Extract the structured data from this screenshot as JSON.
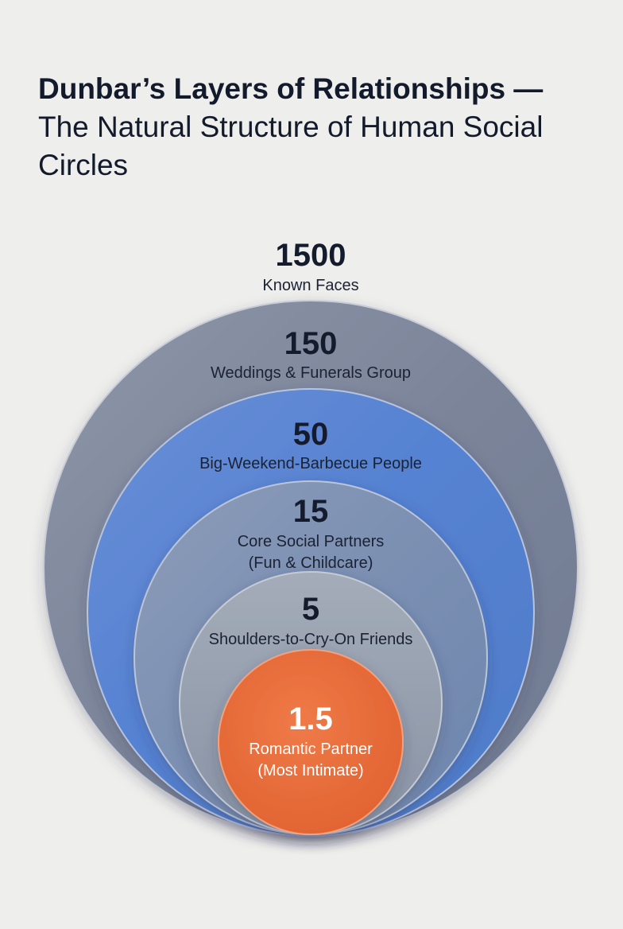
{
  "title": {
    "bold": "Dunbar’s Layers of Relationships —",
    "line2": "The Natural Structure of Human Social",
    "line3": "Circles"
  },
  "layers": [
    {
      "number": "1500",
      "label": "Known Faces",
      "label2": "",
      "color": "#8a909c"
    },
    {
      "number": "150",
      "label": "Weddings & Funerals Group",
      "label2": "",
      "color": "#7e8699"
    },
    {
      "number": "50",
      "label": "Big-Weekend-Barbecue People",
      "label2": "",
      "color": "#5b86cf"
    },
    {
      "number": "15",
      "label": "Core Social Partners",
      "label2": "(Fun & Childcare)",
      "color": "#7c90b0"
    },
    {
      "number": "5",
      "label": "Shoulders-to-Cry-On Friends",
      "label2": "",
      "color": "#8e98a8"
    },
    {
      "number": "1.5",
      "label": "Romantic Partner",
      "label2": "(Most Intimate)",
      "color": "#e66a3c"
    }
  ]
}
